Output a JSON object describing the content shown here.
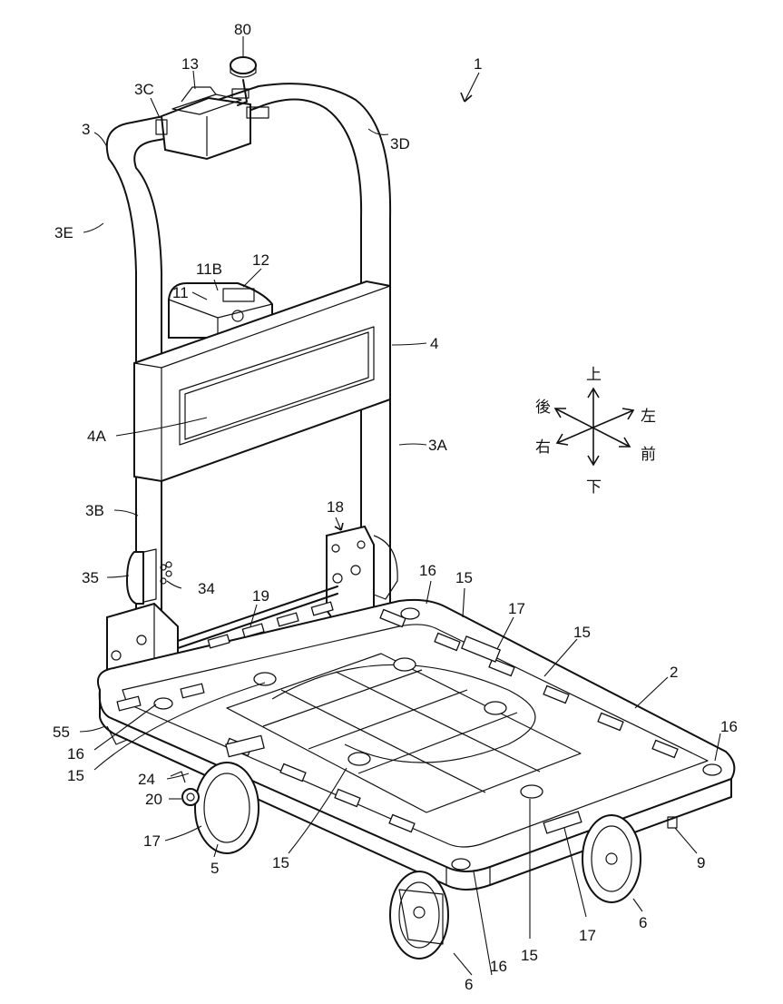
{
  "figure": {
    "callouts": [
      {
        "id": "c1",
        "text": "1"
      },
      {
        "id": "c80",
        "text": "80"
      },
      {
        "id": "c13",
        "text": "13"
      },
      {
        "id": "c3C",
        "text": "3C"
      },
      {
        "id": "c3",
        "text": "3"
      },
      {
        "id": "c3D",
        "text": "3D"
      },
      {
        "id": "c3E",
        "text": "3E"
      },
      {
        "id": "c11B",
        "text": "11B"
      },
      {
        "id": "c12",
        "text": "12"
      },
      {
        "id": "c11",
        "text": "11"
      },
      {
        "id": "c4",
        "text": "4"
      },
      {
        "id": "c4A",
        "text": "4A"
      },
      {
        "id": "c3A",
        "text": "3A"
      },
      {
        "id": "c3B",
        "text": "3B"
      },
      {
        "id": "c18",
        "text": "18"
      },
      {
        "id": "c16a",
        "text": "16"
      },
      {
        "id": "c15a",
        "text": "15"
      },
      {
        "id": "c35",
        "text": "35"
      },
      {
        "id": "c34",
        "text": "34"
      },
      {
        "id": "c19",
        "text": "19"
      },
      {
        "id": "c17a",
        "text": "17"
      },
      {
        "id": "c15b",
        "text": "15"
      },
      {
        "id": "c2",
        "text": "2"
      },
      {
        "id": "c55",
        "text": "55"
      },
      {
        "id": "c16b",
        "text": "16"
      },
      {
        "id": "c16c",
        "text": "16"
      },
      {
        "id": "c15c",
        "text": "15"
      },
      {
        "id": "c24",
        "text": "24"
      },
      {
        "id": "c20",
        "text": "20"
      },
      {
        "id": "c17b",
        "text": "17"
      },
      {
        "id": "c5",
        "text": "5"
      },
      {
        "id": "c15d",
        "text": "15"
      },
      {
        "id": "c9",
        "text": "9"
      },
      {
        "id": "c6a",
        "text": "6"
      },
      {
        "id": "c17c",
        "text": "17"
      },
      {
        "id": "c6b",
        "text": "6"
      },
      {
        "id": "c16d",
        "text": "16"
      },
      {
        "id": "c15e",
        "text": "15"
      }
    ],
    "directions": {
      "up": "上",
      "down": "下",
      "left": "左",
      "right": "右",
      "front": "前",
      "back": "後"
    }
  }
}
